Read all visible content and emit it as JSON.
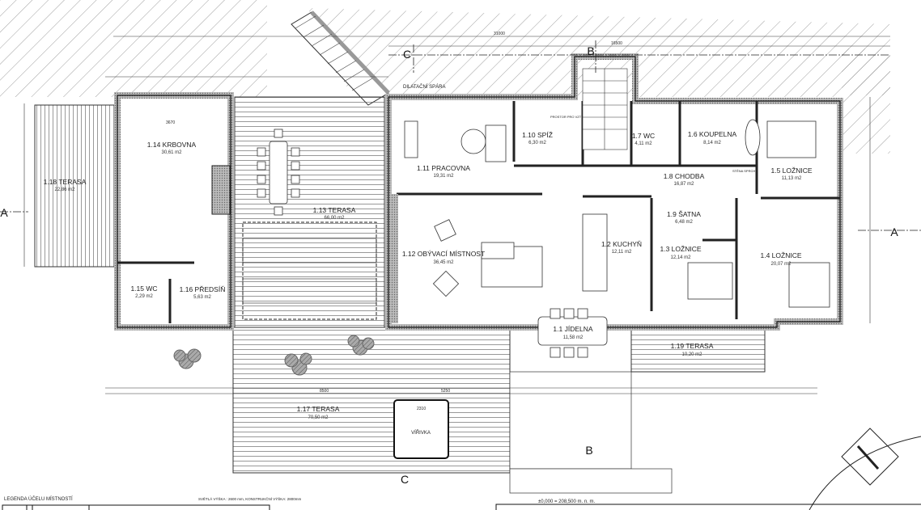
{
  "rooms": [
    {
      "id": "1.18",
      "name": "1.18 TERASA",
      "area": "22,86 m2"
    },
    {
      "id": "1.14",
      "name": "1.14 KRBOVNA",
      "area": "30,61 m2"
    },
    {
      "id": "1.13",
      "name": "1.13 TERASA",
      "area": "66,00 m2"
    },
    {
      "id": "1.15",
      "name": "1.15 WC",
      "area": "2,29 m2"
    },
    {
      "id": "1.16",
      "name": "1.16 PŘEDSÍŇ",
      "area": "5,63 m2"
    },
    {
      "id": "1.11",
      "name": "1.11 PRACOVNA",
      "area": "19,31 m2"
    },
    {
      "id": "1.10",
      "name": "1.10 SPÍŽ",
      "area": "6,30 m2"
    },
    {
      "id": "1.7",
      "name": "1.7 WC",
      "area": "4,11 m2"
    },
    {
      "id": "1.6",
      "name": "1.6 KOUPELNA",
      "area": "8,14 m2"
    },
    {
      "id": "1.8",
      "name": "1.8 CHODBA",
      "area": "16,87 m2"
    },
    {
      "id": "1.5",
      "name": "1.5 LOŽNICE",
      "area": "11,13 m2"
    },
    {
      "id": "1.9",
      "name": "1.9 ŠATNA",
      "area": "6,48 m2"
    },
    {
      "id": "1.2",
      "name": "1.2 KUCHYŇ",
      "area": "12,11 m2"
    },
    {
      "id": "1.3",
      "name": "1.3 LOŽNICE",
      "area": "12,14 m2"
    },
    {
      "id": "1.4",
      "name": "1.4 LOŽNICE",
      "area": "20,07 m2"
    },
    {
      "id": "1.12",
      "name": "1.12 OBÝVACÍ MÍSTNOST",
      "area": "36,45 m2"
    },
    {
      "id": "1.1",
      "name": "1.1 JÍDELNA",
      "area": "11,58 m2"
    },
    {
      "id": "1.19",
      "name": "1.19 TERASA",
      "area": "10,20 m2"
    },
    {
      "id": "1.17",
      "name": "1.17 TERASA",
      "area": "70,50 m2"
    }
  ],
  "labels": {
    "hot_tub": "VÍŘIVKA",
    "expansion_joint": "DILATAČNÍ SPÁRA",
    "section_a": "A",
    "section_b": "B",
    "section_c": "C",
    "legend_title": "LEGENDA ÚČELU MÍSTNOSTÍ",
    "heights": "SVĚTLÁ VÝŠKA : 2600 mm, KONSTRUKČNÍ VÝŠKA: 2800mm",
    "datum": "±0,000 = 208,500 m. n. m.",
    "pantry_note": "PROSTOR PRO VZT",
    "shower_wall": "STĚNA SPRCHY"
  },
  "dimensions": {
    "top_total": "31000",
    "top_right": "16500",
    "terrace_width": "8500",
    "pool_width": "2310",
    "dining_width": "5250",
    "krbovna_width": "3670"
  }
}
